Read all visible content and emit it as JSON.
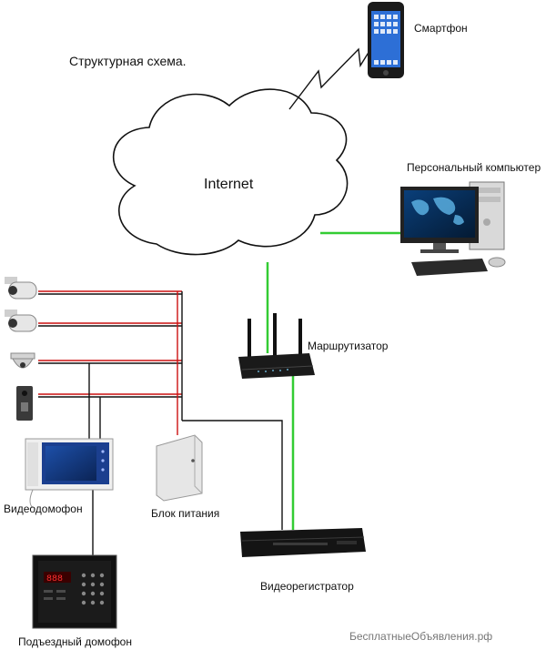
{
  "diagram": {
    "title": "Структурная схема.",
    "cloud_label": "Internet",
    "watermark": "БесплатныеОбъявления.рф",
    "link_colors": {
      "network": "#33cc33",
      "video_signal": "#cc1111",
      "power": "#222222"
    },
    "nodes": {
      "smartphone": {
        "label": "Смартфон",
        "icon": "smartphone-icon"
      },
      "pc": {
        "label": "Персональный компьютер",
        "icon": "desktop-computer-icon"
      },
      "router": {
        "label": "Маршрутизатор",
        "icon": "router-icon"
      },
      "dvr": {
        "label": "Видеорегистратор",
        "icon": "dvr-icon"
      },
      "videophone": {
        "label": "Видеодомофон",
        "icon": "videophone-icon"
      },
      "psu": {
        "label": "Блок питания",
        "icon": "power-supply-icon"
      },
      "entrance_panel": {
        "label": "Подъездный домофон",
        "icon": "entrance-panel-icon"
      },
      "camera_1": {
        "icon": "bullet-camera-icon"
      },
      "camera_2": {
        "icon": "bullet-camera-icon"
      },
      "dome_camera": {
        "icon": "dome-camera-icon"
      },
      "call_panel": {
        "icon": "call-panel-icon"
      }
    }
  }
}
